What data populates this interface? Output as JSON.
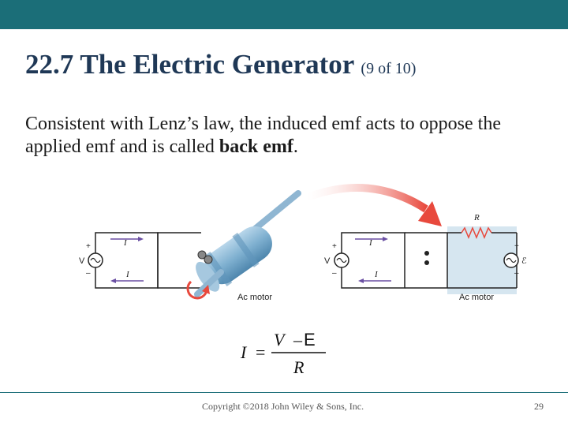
{
  "slide": {
    "title_main": "22.7 The Electric Generator",
    "title_sub": "(9 of 10)",
    "body_text_1": "Consistent with Lenz’s law, the induced emf acts to oppose the applied emf and is called ",
    "body_text_bold": "back emf",
    "body_text_end": ".",
    "copyright": "Copyright ©2018 John Wiley & Sons, Inc.",
    "page_number": "29"
  },
  "figure": {
    "left_current_label": "I",
    "left_source_label": "V",
    "left_plus": "+",
    "left_minus": "–",
    "left_motor_label": "Ac motor",
    "right_current_label": "I",
    "right_source_label": "V",
    "right_plus": "+",
    "right_minus": "–",
    "resistor_label": "R",
    "emf_label": "ℰ",
    "emf_plus": "+",
    "emf_minus": "–",
    "right_motor_label": "Ac motor"
  },
  "equation": {
    "lhs": "I",
    "equals": "=",
    "numerator_v": "V",
    "numerator_minus": "–",
    "numerator_e": "E",
    "denominator": "R"
  },
  "colors": {
    "topbar": "#1b6e78",
    "title": "#1f3856",
    "arrow": "#e8493d",
    "motor_box": "#d6e6f0"
  }
}
